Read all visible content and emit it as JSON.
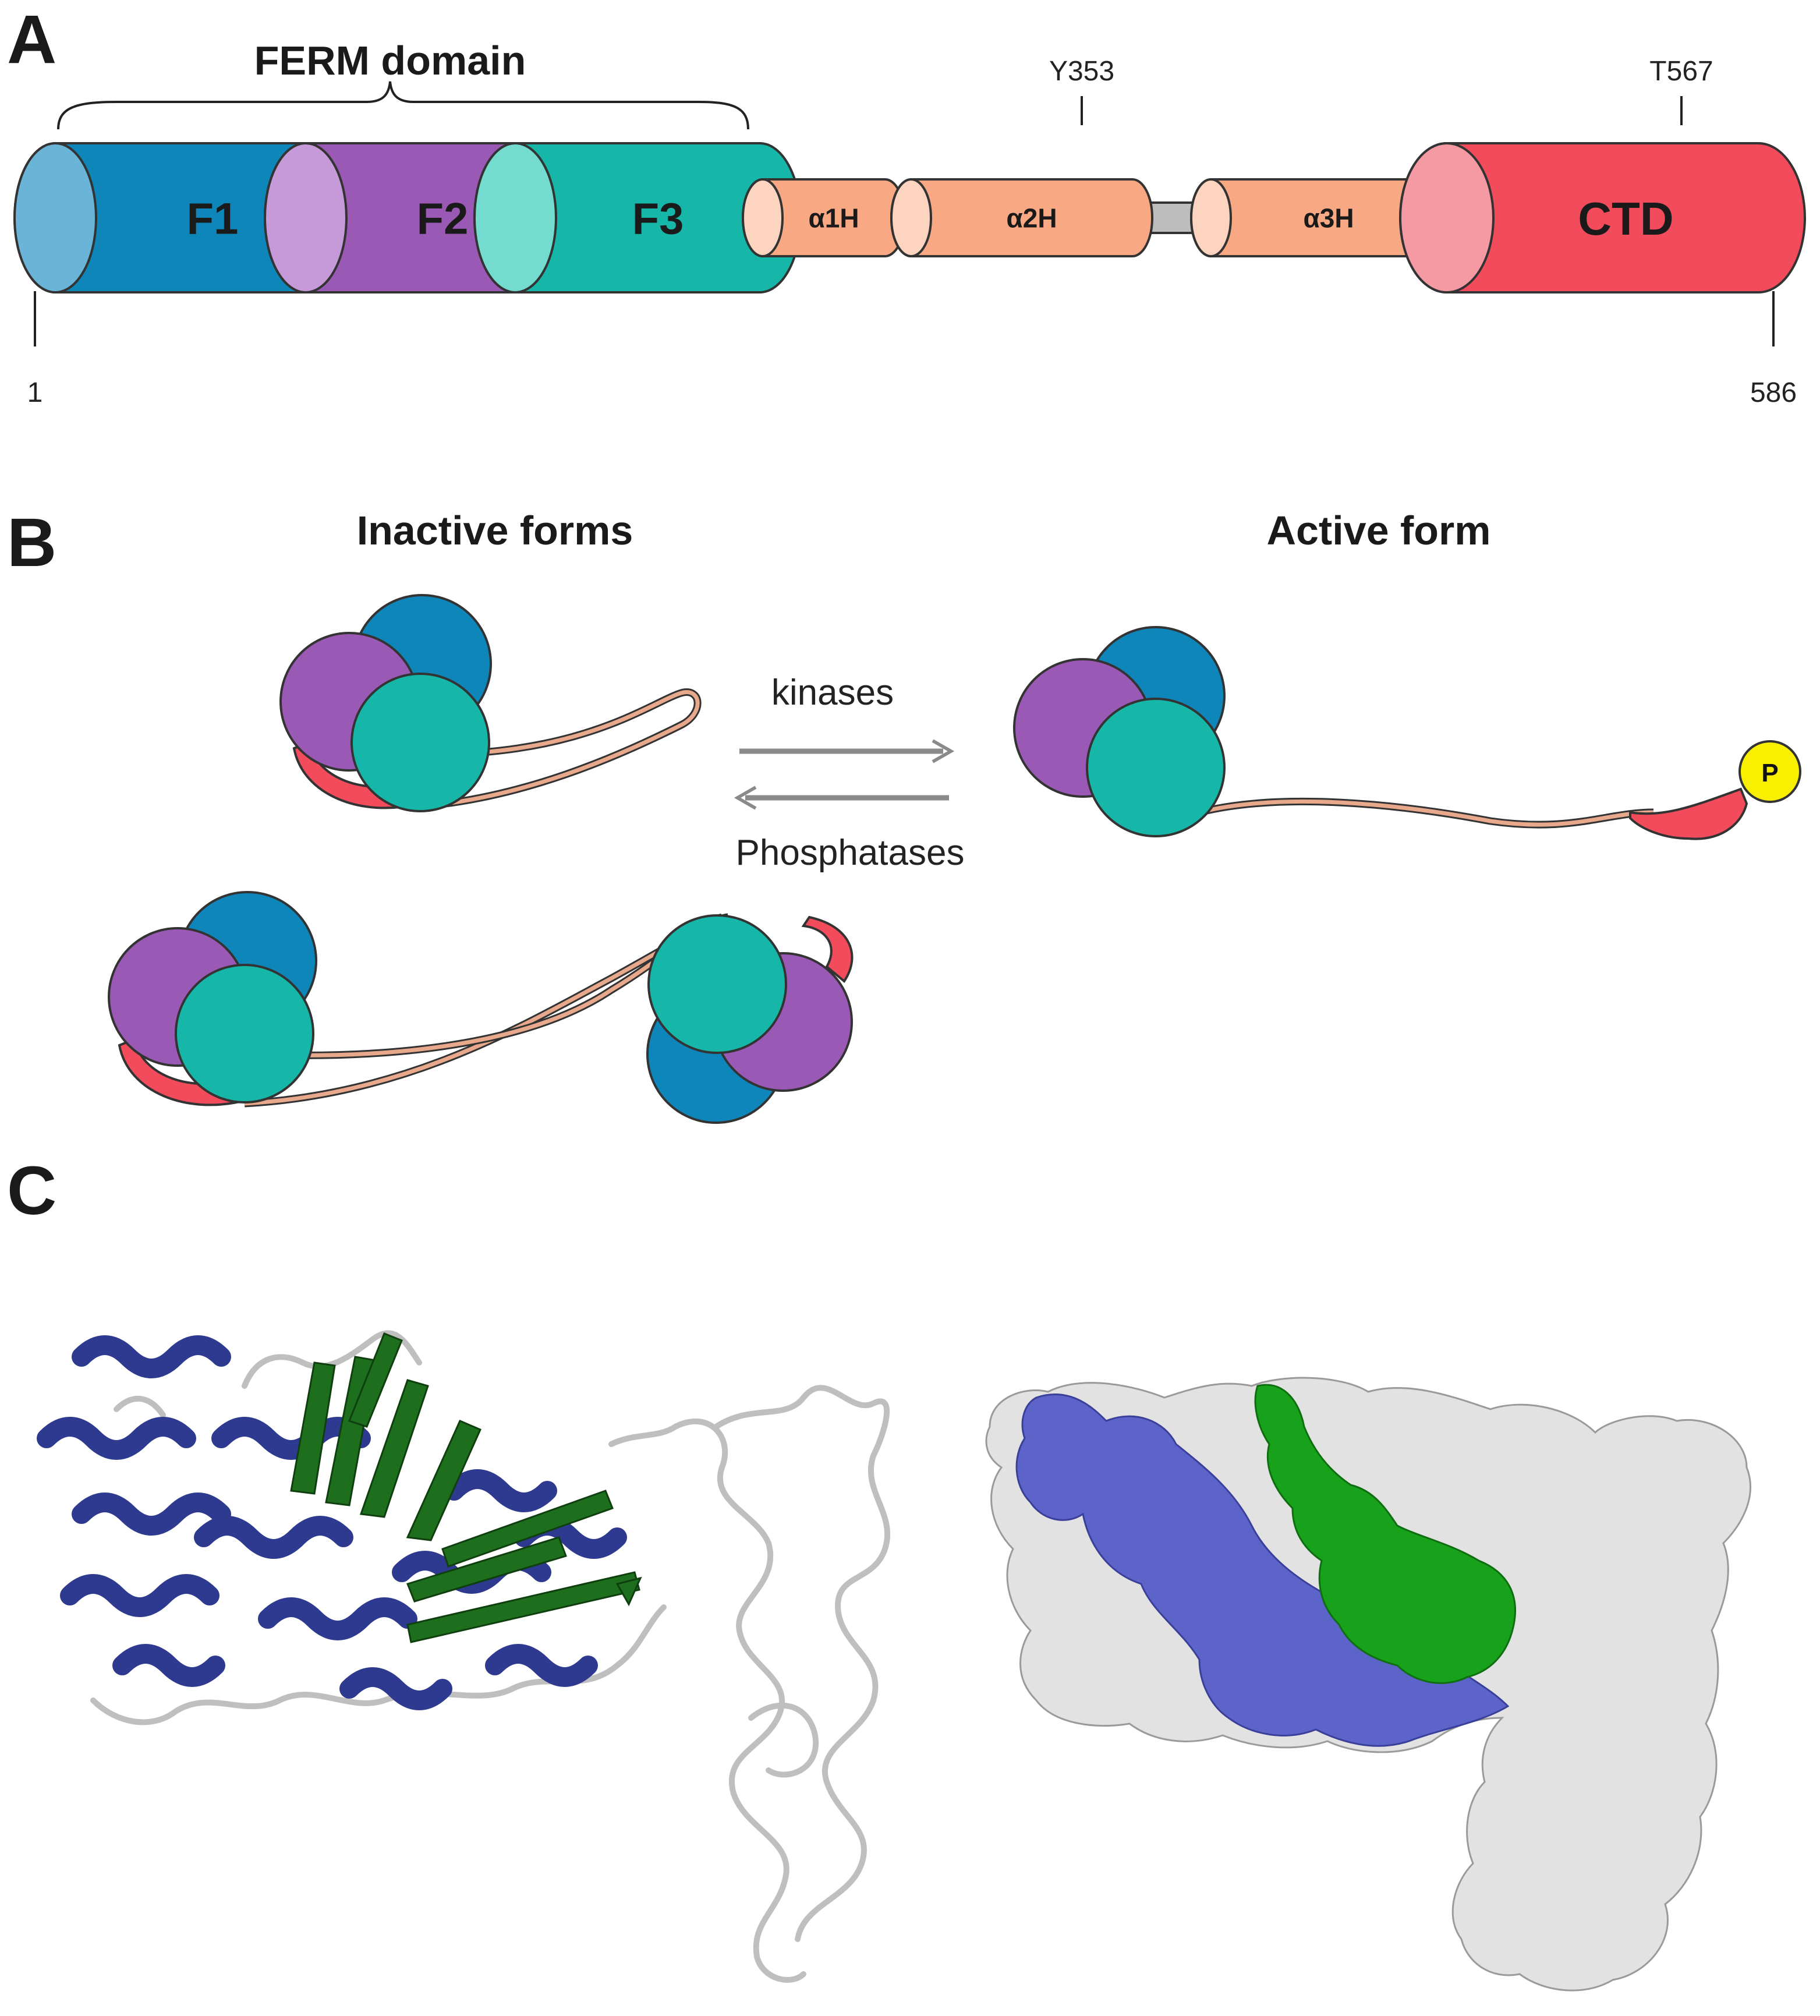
{
  "panels": {
    "a": {
      "letter": "A"
    },
    "b": {
      "letter": "B"
    },
    "c": {
      "letter": "C"
    }
  },
  "domain_map": {
    "bracket_title": "FERM domain",
    "segments": [
      {
        "label": "F1",
        "color": "#0f86ba",
        "cap_color": "#6ab4d8"
      },
      {
        "label": "F2",
        "color": "#9b59b6",
        "cap_color": "#c69ad8"
      },
      {
        "label": "F3",
        "color": "#16b6a8",
        "cap_color": "#73dccf"
      },
      {
        "label": "α1H",
        "color": "#f9a884",
        "cap_color": "#fcd4c0"
      },
      {
        "label": "α2H",
        "color": "#f9a884",
        "cap_color": "#fcd4c0"
      },
      {
        "label": "α3H",
        "color": "#f9a884",
        "cap_color": "#fcd4c0"
      },
      {
        "label": "CTD",
        "color": "#f24b5c",
        "cap_color": "#f59aa3"
      }
    ],
    "sites": {
      "y353": "Y353",
      "t567": "T567"
    },
    "ends": {
      "start": "1",
      "end": "586"
    }
  },
  "states": {
    "inactive_title": "Inactive forms",
    "active_title": "Active form",
    "forward_label": "kinases",
    "reverse_label": "Phosphatases",
    "phospho_badge": "P",
    "colors": {
      "f1": "#0f86ba",
      "f2": "#9b59b6",
      "f3": "#16b6a8",
      "ctd": "#f24b5c",
      "linker": "#e8a88c",
      "phospho": "#f8f000",
      "arrow": "#8a8a8a"
    }
  },
  "structure": {
    "colors": {
      "helix": "#2e3a8f",
      "sheet": "#1d6e1d",
      "coil": "#bfbfbf",
      "surface_helix": "#5c63c9",
      "surface_sheet": "#18a11a",
      "surface_other": "#e2e2e2"
    }
  }
}
